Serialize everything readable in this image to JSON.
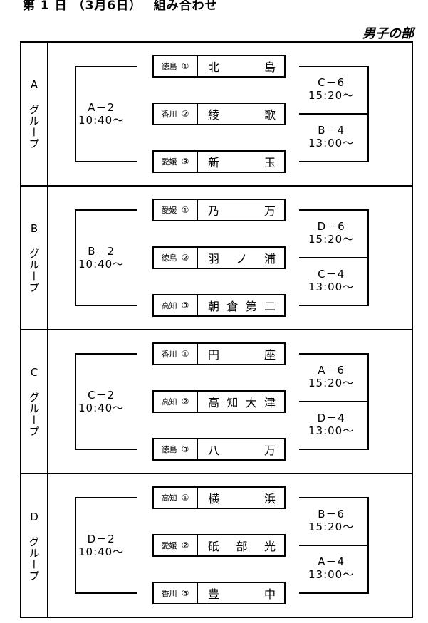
{
  "title": "第 1 日 （3月6日）　 組み合わせ",
  "division": "男子の部",
  "group_word": "グループ",
  "groups": [
    {
      "letter": "A",
      "left_match": {
        "code": "A－2",
        "time": "10:40～"
      },
      "right_top": {
        "code": "C－6",
        "time": "15:20～"
      },
      "right_bottom": {
        "code": "B－4",
        "time": "13:00～"
      },
      "teams": [
        {
          "pref": "徳島",
          "seed": "①",
          "name": "北島"
        },
        {
          "pref": "香川",
          "seed": "②",
          "name": "綾歌"
        },
        {
          "pref": "愛媛",
          "seed": "③",
          "name": "新玉"
        }
      ]
    },
    {
      "letter": "B",
      "left_match": {
        "code": "B－2",
        "time": "10:40～"
      },
      "right_top": {
        "code": "D－6",
        "time": "15:20～"
      },
      "right_bottom": {
        "code": "C－4",
        "time": "13:00～"
      },
      "teams": [
        {
          "pref": "愛媛",
          "seed": "①",
          "name": "乃万"
        },
        {
          "pref": "徳島",
          "seed": "②",
          "name": "羽ノ浦"
        },
        {
          "pref": "高知",
          "seed": "③",
          "name": "朝倉第二"
        }
      ]
    },
    {
      "letter": "C",
      "left_match": {
        "code": "C－2",
        "time": "10:40～"
      },
      "right_top": {
        "code": "A－6",
        "time": "15:20～"
      },
      "right_bottom": {
        "code": "D－4",
        "time": "13:00～"
      },
      "teams": [
        {
          "pref": "香川",
          "seed": "①",
          "name": "円座"
        },
        {
          "pref": "高知",
          "seed": "②",
          "name": "高知大津"
        },
        {
          "pref": "徳島",
          "seed": "③",
          "name": "八万"
        }
      ]
    },
    {
      "letter": "D",
      "left_match": {
        "code": "D－2",
        "time": "10:40～"
      },
      "right_top": {
        "code": "B－6",
        "time": "15:20～"
      },
      "right_bottom": {
        "code": "A－4",
        "time": "13:00～"
      },
      "teams": [
        {
          "pref": "高知",
          "seed": "①",
          "name": "横浜"
        },
        {
          "pref": "愛媛",
          "seed": "②",
          "name": "砥部光"
        },
        {
          "pref": "香川",
          "seed": "③",
          "name": "豊中"
        }
      ]
    }
  ]
}
